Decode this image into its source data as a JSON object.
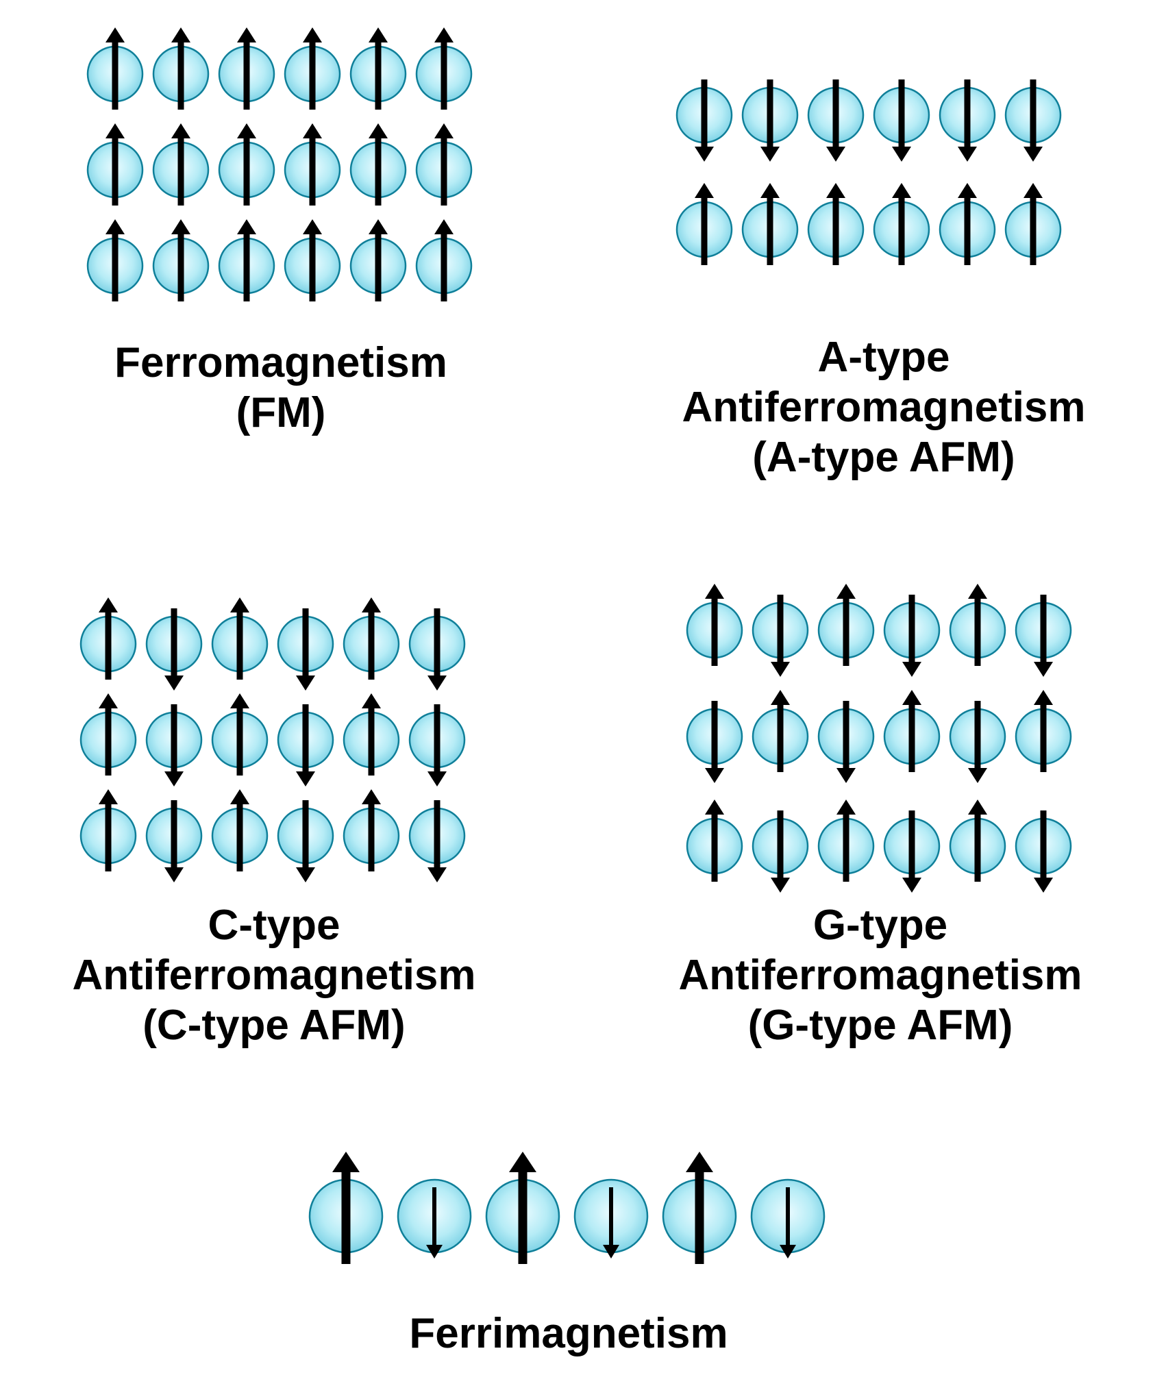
{
  "colors": {
    "atom_center": "#eafbff",
    "atom_mid": "#b6ecf6",
    "atom_edge": "#7fd3e6",
    "atom_outline": "#0f7f99",
    "spin_arrow": "#000000",
    "background": "#ffffff",
    "text": "#000000"
  },
  "panels": [
    {
      "id": "fm",
      "label_lines": [
        "Ferromagnetism",
        "(FM)"
      ],
      "spins": [
        [
          "up",
          "up",
          "up",
          "up",
          "up",
          "up"
        ],
        [
          "up",
          "up",
          "up",
          "up",
          "up",
          "up"
        ],
        [
          "up",
          "up",
          "up",
          "up",
          "up",
          "up"
        ]
      ]
    },
    {
      "id": "a-afm",
      "label_lines": [
        "A-type",
        "Antiferromagnetism",
        "(A-type AFM)"
      ],
      "spins": [
        [
          "down",
          "down",
          "down",
          "down",
          "down",
          "down"
        ],
        [
          "up",
          "up",
          "up",
          "up",
          "up",
          "up"
        ]
      ]
    },
    {
      "id": "c-afm",
      "label_lines": [
        "C-type",
        "Antiferromagnetism",
        "(C-type AFM)"
      ],
      "spins": [
        [
          "up",
          "down",
          "up",
          "down",
          "up",
          "down"
        ],
        [
          "up",
          "down",
          "up",
          "down",
          "up",
          "down"
        ],
        [
          "up",
          "down",
          "up",
          "down",
          "up",
          "down"
        ]
      ]
    },
    {
      "id": "g-afm",
      "label_lines": [
        "G-type",
        "Antiferromagnetism",
        "(G-type AFM)"
      ],
      "spins": [
        [
          "up",
          "down",
          "up",
          "down",
          "up",
          "down"
        ],
        [
          "down",
          "up",
          "down",
          "up",
          "down",
          "up"
        ],
        [
          "up",
          "down",
          "up",
          "down",
          "up",
          "down"
        ]
      ]
    },
    {
      "id": "ferri",
      "label_lines": [
        "Ferrimagnetism"
      ],
      "spins": [
        [
          "up-large",
          "down-small",
          "up-large",
          "down-small",
          "up-large",
          "down-small"
        ]
      ]
    }
  ]
}
